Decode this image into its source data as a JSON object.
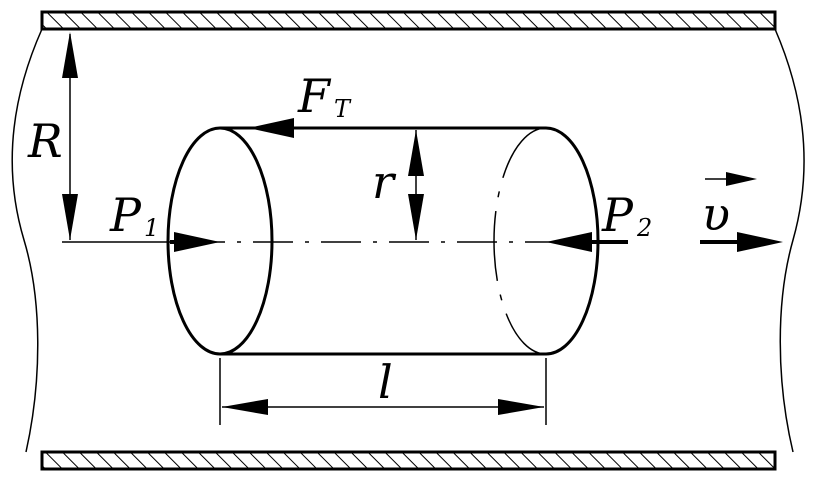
{
  "labels": {
    "pipe_radius": "R",
    "friction_force": "F",
    "friction_force_sub": "T",
    "cylinder_radius": "r",
    "pressure_left": "P",
    "pressure_left_sub": "1",
    "pressure_right": "P",
    "pressure_right_sub": "2",
    "velocity": "υ",
    "length": "l"
  },
  "colors": {
    "ink": "#000000",
    "background": "#ffffff"
  }
}
